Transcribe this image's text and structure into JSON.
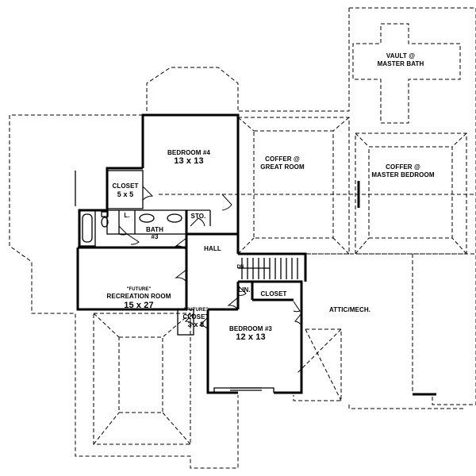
{
  "rooms": {
    "bedroom4": {
      "name": "BEDROOM #4",
      "size": "13 x 13"
    },
    "closet_a": {
      "name": "CLOSET",
      "size": "5 x 5"
    },
    "coffer_great_room": {
      "line1": "COFFER @",
      "line2": "GREAT ROOM"
    },
    "vault_master_bath": {
      "line1": "VAULT @",
      "line2": "MASTER BATH"
    },
    "coffer_master_bedroom": {
      "line1": "COFFER @",
      "line2": "MASTER BEDROOM"
    },
    "linen": "L.",
    "storage": "STO.",
    "bath3": {
      "line1": "BATH",
      "line2": "#3"
    },
    "hall": "HALL",
    "dn": "DN",
    "lin": "LIN.",
    "closet_b": "CLOSET",
    "attic_mech": "ATTIC/MECH.",
    "recreation": {
      "tag": "\"FUTURE\"",
      "name": "RECREATION ROOM",
      "size": "15 x 27"
    },
    "future_closet": {
      "tag": "\"FUTURE\"",
      "name": "CLOSET",
      "size": "3 x 8"
    },
    "bedroom3": {
      "name": "BEDROOM #3",
      "size": "12 x 13"
    }
  }
}
